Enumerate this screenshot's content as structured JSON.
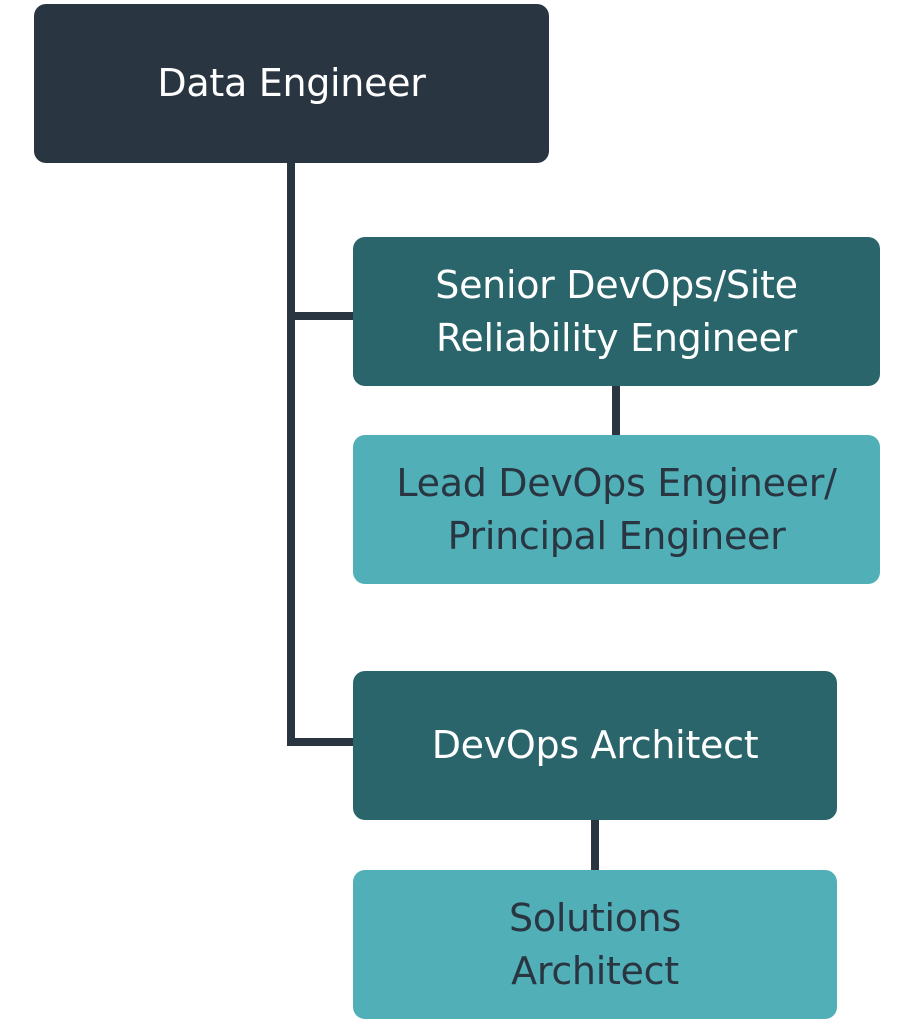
{
  "diagram": {
    "root": {
      "label": "Data Engineer",
      "color": "#293541"
    },
    "branches": [
      {
        "label_line1": "Senior DevOps/Site",
        "label_line2": "Reliability Engineer",
        "color": "#2a656b",
        "child": {
          "label_line1": "Lead DevOps Engineer/",
          "label_line2": "Principal Engineer",
          "color": "#51afb8"
        }
      },
      {
        "label": "DevOps Architect",
        "color": "#2a656b",
        "child": {
          "label_line1": "Solutions",
          "label_line2": "Architect",
          "color": "#51afb8"
        }
      }
    ],
    "connector_color": "#293541"
  }
}
